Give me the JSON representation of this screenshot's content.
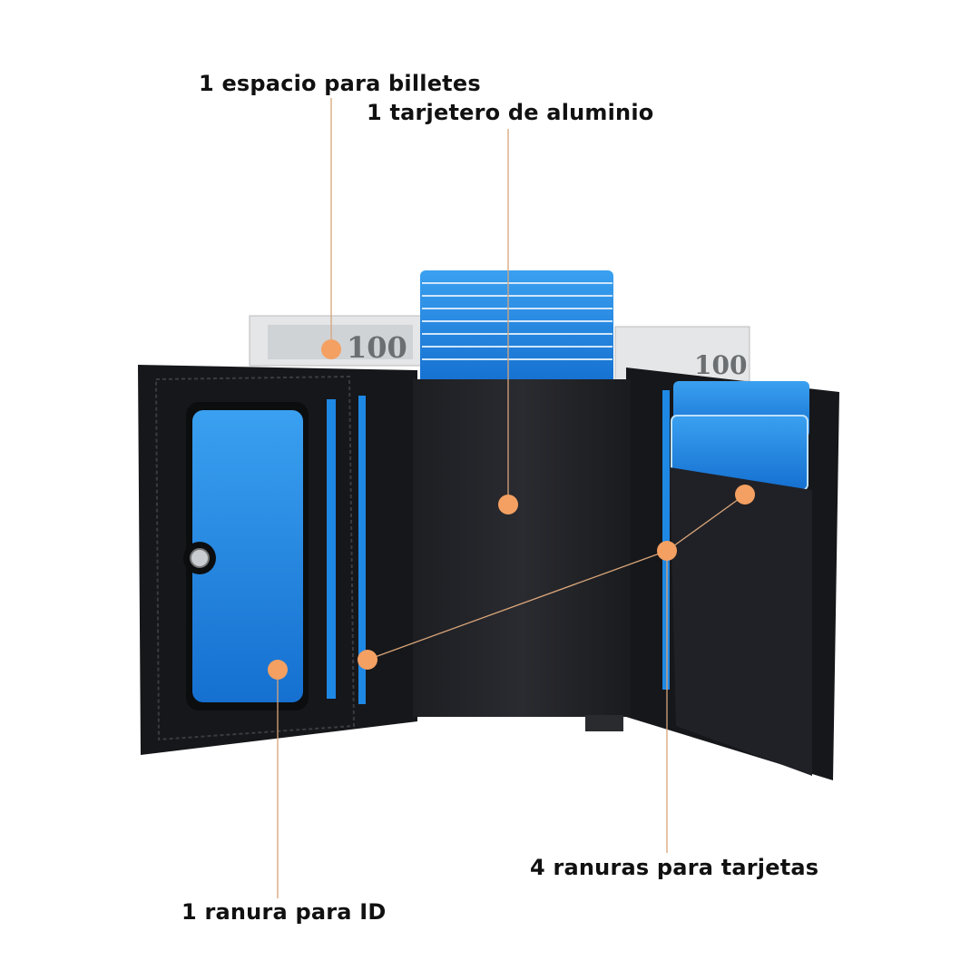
{
  "labels": {
    "bills": "1 espacio para billetes",
    "aluminum": "1 tarjetero de aluminio",
    "cards": "4 ranuras para tarjetas",
    "id": "1 ranura para ID"
  },
  "banknote_text": "100",
  "colors": {
    "marker": "#f4a062",
    "leader": "#d9a57a",
    "card_blue": "#1e88e5",
    "leather": "#16171a"
  }
}
